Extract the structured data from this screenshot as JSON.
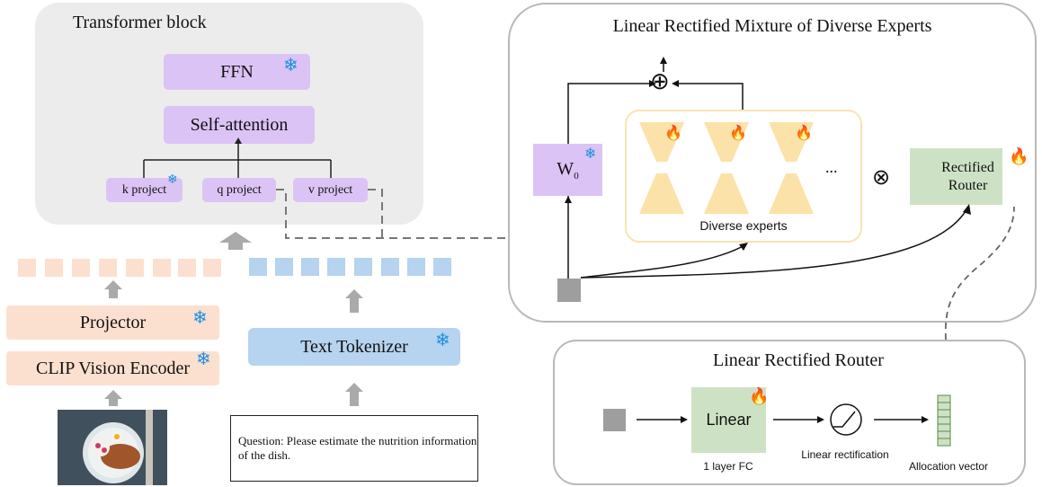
{
  "transformer": {
    "title": "Transformer block",
    "ffn": "FFN",
    "self_attention": "Self-attention",
    "k_project": "k project",
    "q_project": "q project",
    "v_project": "v project"
  },
  "vision": {
    "projector": "Projector",
    "encoder": "CLIP Vision Encoder"
  },
  "text": {
    "tokenizer": "Text Tokenizer",
    "question": "Question: Please estimate the nutrition information of the dish."
  },
  "moe": {
    "title": "Linear Rectified Mixture of Diverse Experts",
    "w0_main": "W",
    "w0_sub": "0",
    "experts_label": "Diverse experts",
    "ellipsis": "...",
    "router_label": "Rectified Router"
  },
  "router_panel": {
    "title": "Linear Rectified Router",
    "linear": "Linear",
    "fc_caption": "1 layer FC",
    "rectification_caption": "Linear rectification",
    "allocation_caption": "Allocation vector"
  },
  "icons": {
    "frozen": "snowflake-icon",
    "trainable": "flame-icon",
    "snowflake_glyph": "❄",
    "flame_glyph": "🔥",
    "oplus_glyph": "⊕",
    "otimes_glyph": "⊗"
  },
  "colors": {
    "purple": "#dcc3f5",
    "peach": "#fbe0d0",
    "blue": "#b6d3ef",
    "green": "#cde2c4",
    "expert_yellow": "#fbe2a8"
  }
}
